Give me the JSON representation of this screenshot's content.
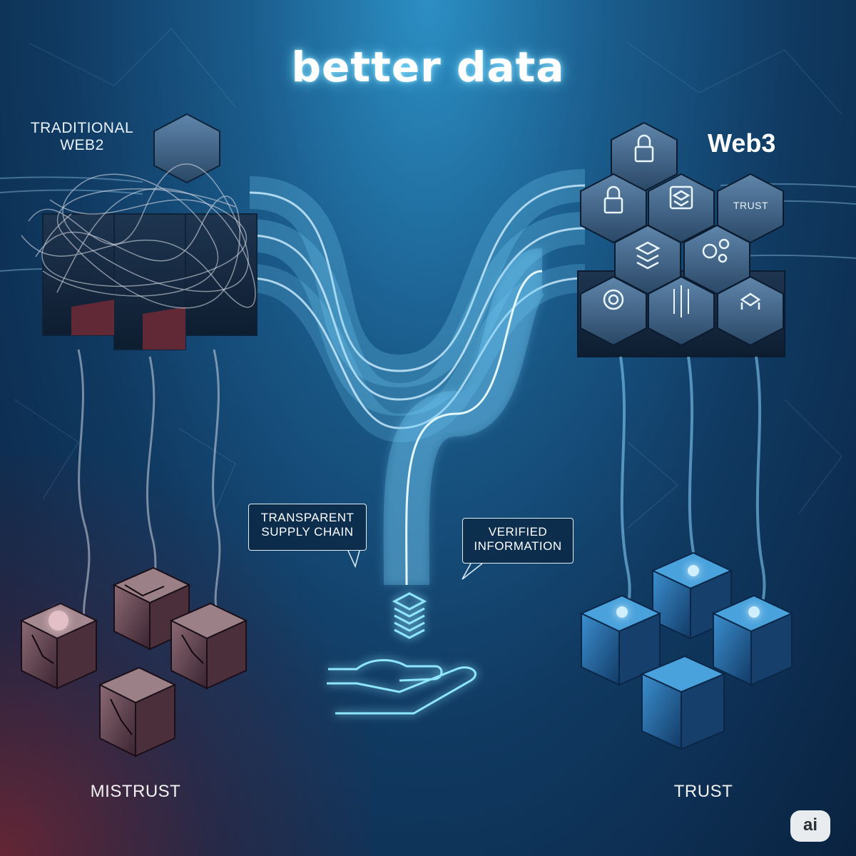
{
  "title": "better data",
  "left": {
    "label": "TRADITIONAL WEB2",
    "outcome_label": "MISTRUST"
  },
  "right": {
    "label": "Web3",
    "hex_label": "TRUST",
    "outcome_label": "TRUST",
    "hex_icons": [
      "lock-icon",
      "lock-icon",
      "layers-icon",
      "stack-icon",
      "gears-icon",
      "gear-icon",
      "binary-icon",
      "cube-icon"
    ]
  },
  "center": {
    "callout_left": "TRANSPARENT SUPPLY CHAIN",
    "callout_right": "VERIFIED INFORMATION",
    "icons": [
      "data-stack-icon",
      "hand-icon"
    ]
  },
  "badge": "ai",
  "colors": {
    "accent": "#7fe0ff",
    "mistrust": "#8a3a44",
    "trust": "#3aa6e0"
  }
}
